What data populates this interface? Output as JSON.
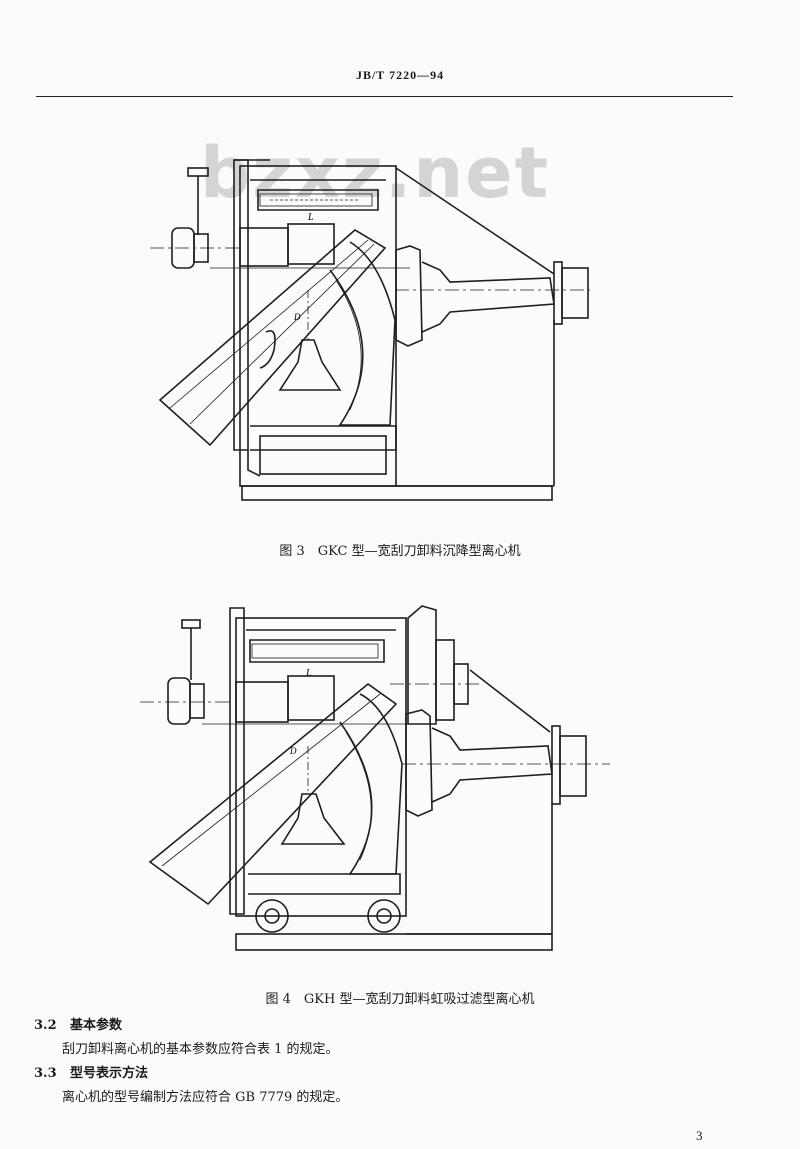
{
  "header": {
    "standard_no": "JB/T 7220—94"
  },
  "watermark": "bzxz.net",
  "figure3": {
    "caption": "图 3　GKC 型—宽刮刀卸料沉降型离心机",
    "label_L": "L",
    "label_D": "D"
  },
  "figure4": {
    "caption": "图 4　GKH 型—宽刮刀卸料虹吸过滤型离心机",
    "label_L": "L",
    "label_D": "D"
  },
  "section_3_2": {
    "number": "3.2",
    "title": "基本参数",
    "text": "刮刀卸料离心机的基本参数应符合表 1 的规定。"
  },
  "section_3_3": {
    "number": "3.3",
    "title": "型号表示方法",
    "text": "离心机的型号编制方法应符合 GB 7779 的规定。"
  },
  "page_number": "3"
}
